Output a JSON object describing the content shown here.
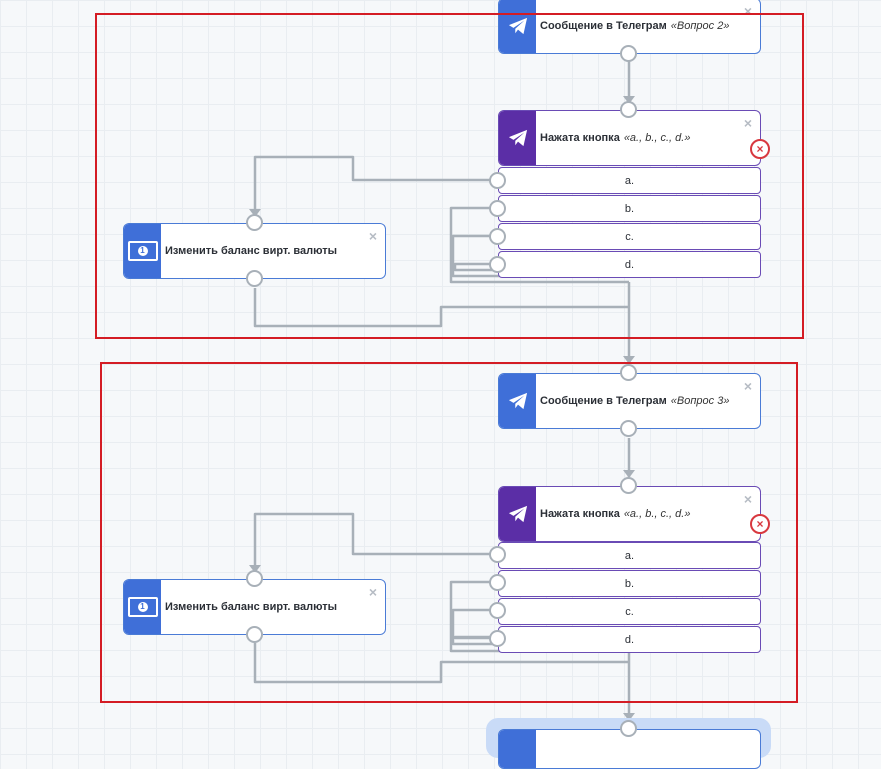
{
  "colors": {
    "telegram_stripe": "#3f6fd8",
    "button_stripe": "#5b2ea6",
    "frame": "#d41c24",
    "wire": "#a8b0b8",
    "error": "#d8383f"
  },
  "icons": {
    "send": "telegram-plane-icon",
    "balance": "money-bill-icon",
    "close": "close-icon",
    "error": "error-circle-icon"
  },
  "block1": {
    "message": {
      "title": "Сообщение в Телеграм",
      "subtitle": "«Вопрос 2»"
    },
    "buttons": {
      "title": "Нажата кнопка",
      "subtitle": "«a., b., c., d.»",
      "options": [
        "a.",
        "b.",
        "c.",
        "d."
      ]
    },
    "balance": {
      "title": "Изменить баланс вирт. валюты"
    }
  },
  "block2": {
    "message": {
      "title": "Сообщение в Телеграм",
      "subtitle": "«Вопрос 3»"
    },
    "buttons": {
      "title": "Нажата кнопка",
      "subtitle": "«a., b., c., d.»",
      "options": [
        "a.",
        "b.",
        "c.",
        "d."
      ]
    },
    "balance": {
      "title": "Изменить баланс вирт. валюты"
    }
  },
  "close_symbol": "×",
  "error_symbol": "×",
  "coin_symbol": "1"
}
